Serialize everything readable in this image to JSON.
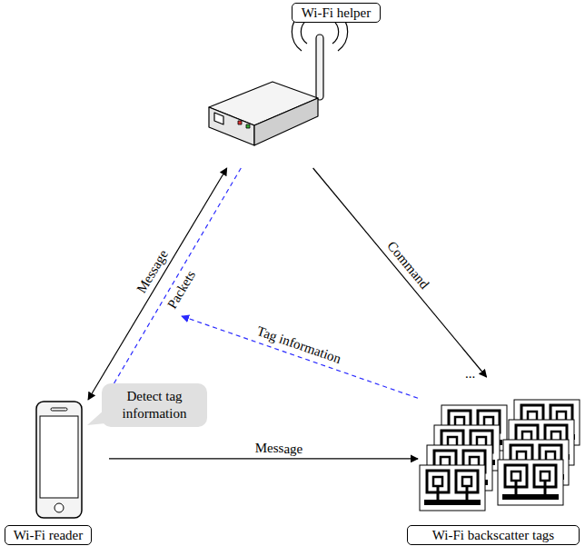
{
  "diagram": {
    "nodes": [
      {
        "text": [
          "Wi-Fi helper"
        ]
      },
      {
        "text": [
          "Detect tag information"
        ]
      },
      {
        "text": [
          "Wi-Fi reader"
        ]
      },
      {
        "text": [
          "Wi-Fi backscatter tags"
        ]
      }
    ],
    "edges": [
      {
        "from": 0,
        "to": 2,
        "label": "Message",
        "arrow": "both"
      },
      {
        "from": 0,
        "to": 2,
        "label": "Packets",
        "arrow": "to"
      },
      {
        "from": 0,
        "to": 3,
        "label": "Command",
        "arrow": "to"
      },
      {
        "from": 3,
        "to": 2,
        "label": "Tag information",
        "arrow": "to"
      },
      {
        "from": 2,
        "to": 3,
        "label": "Message",
        "arrow": "to"
      }
    ],
    "labels": [
      "..."
    ]
  }
}
